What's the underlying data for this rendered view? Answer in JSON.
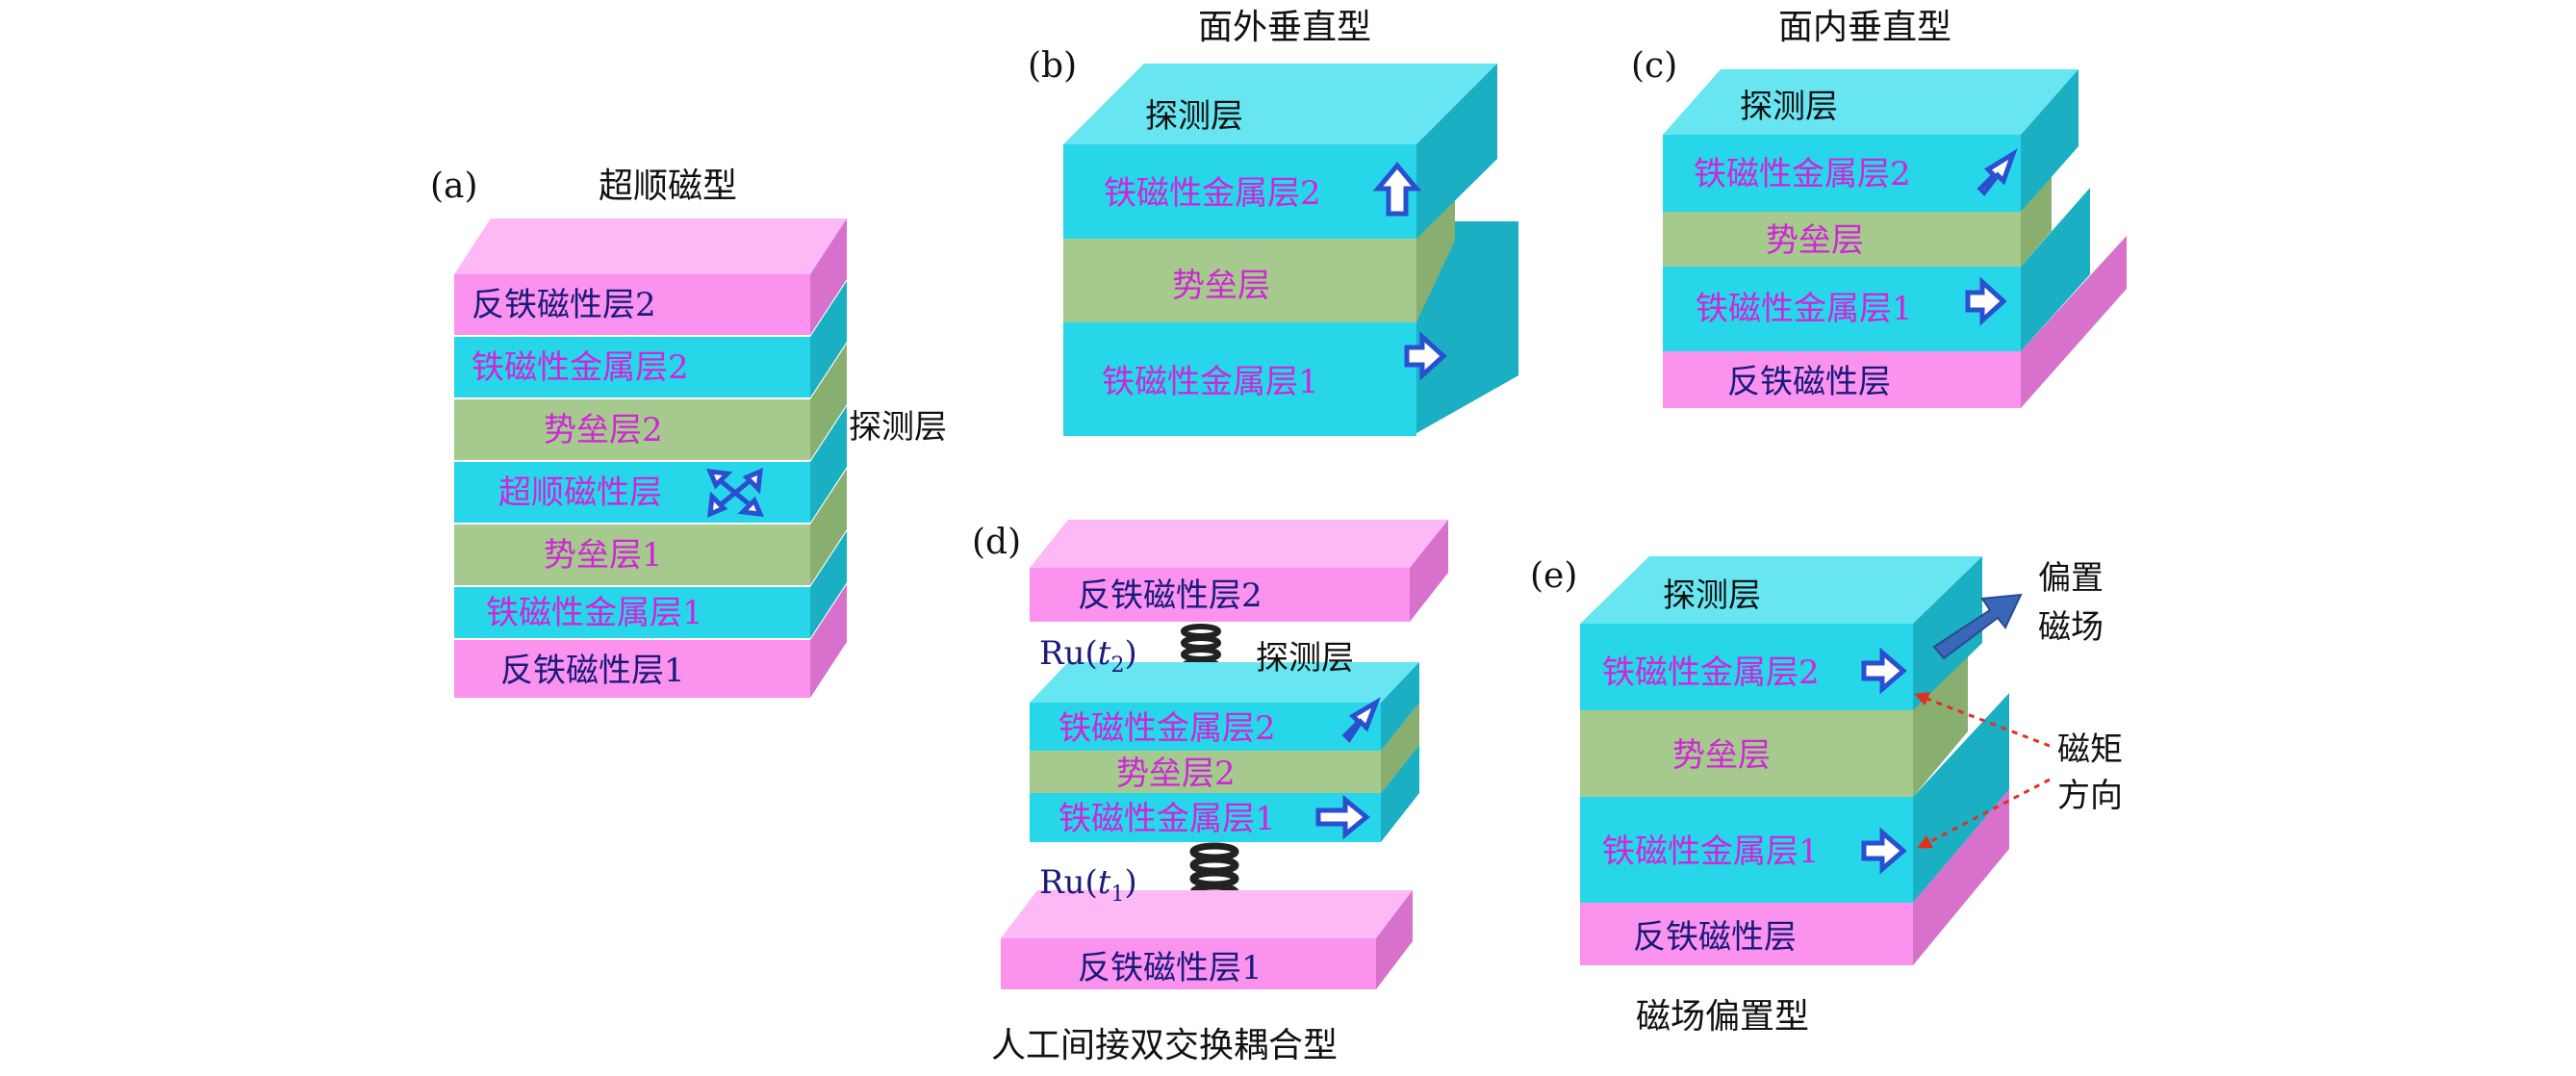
{
  "colors": {
    "cyan_front": "#27D6E8",
    "cyan_top": "#67E6F2",
    "cyan_side": "#1AAFC2",
    "pink_front": "#FA92EE",
    "pink_top": "#FDB8F6",
    "pink_side": "#D771CC",
    "green_front": "#A6C98D",
    "green_top": "#C3DDAD",
    "green_side": "#88AE70",
    "text_magenta": "#D025D8",
    "text_dark": "#1A1A7A",
    "arrow_blue": "#2A4FD0",
    "bias_arrow": "#3A66B8",
    "guide_red": "#E03020"
  },
  "panel_a": {
    "label": "(a)",
    "title": "超顺磁型",
    "probe": "探测层",
    "layers": [
      "反铁磁性层2",
      "铁磁性金属层2",
      "势垒层2",
      "超顺磁性层",
      "势垒层1",
      "铁磁性金属层1",
      "反铁磁性层1"
    ],
    "arrows": [
      "",
      "",
      "",
      "four-way-arrow",
      "",
      "",
      ""
    ]
  },
  "panel_b": {
    "label": "(b)",
    "title": "面外垂直型",
    "probe": "探测层",
    "layers": [
      "铁磁性金属层2",
      "势垒层",
      "铁磁性金属层1"
    ],
    "arrows": [
      "up-arrow",
      "",
      "right-arrow"
    ]
  },
  "panel_c": {
    "label": "(c)",
    "title": "面内垂直型",
    "probe": "探测层",
    "layers": [
      "铁磁性金属层2",
      "势垒层",
      "铁磁性金属层1",
      "反铁磁性层"
    ],
    "arrows": [
      "diagonal-arrow",
      "",
      "right-arrow",
      ""
    ]
  },
  "panel_d": {
    "label": "(d)",
    "caption": "人工间接双交换耦合型",
    "probe": "探测层",
    "top_layer": "反铁磁性层2",
    "layers": [
      "铁磁性金属层2",
      "势垒层2",
      "铁磁性金属层1"
    ],
    "arrows": [
      "diagonal-arrow",
      "",
      "right-arrow"
    ],
    "bottom_layer": "反铁磁性层1",
    "spring_top": {
      "name": "Ru",
      "var": "t",
      "sub": "2"
    },
    "spring_bottom": {
      "name": "Ru",
      "var": "t",
      "sub": "1"
    }
  },
  "panel_e": {
    "label": "(e)",
    "caption": "磁场偏置型",
    "probe": "探测层",
    "layers": [
      "铁磁性金属层2",
      "势垒层",
      "铁磁性金属层1",
      "反铁磁性层"
    ],
    "arrows": [
      "right-arrow",
      "",
      "right-arrow",
      ""
    ],
    "bias_label": [
      "偏置",
      "磁场"
    ],
    "moment_label": [
      "磁矩",
      "方向"
    ]
  }
}
